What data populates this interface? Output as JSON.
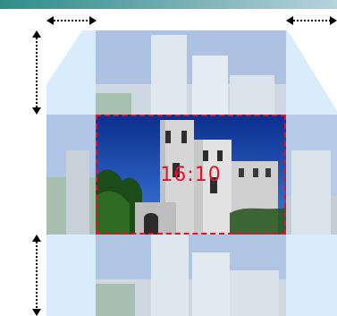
{
  "diagram": {
    "aspect_ratio_label": "16:10",
    "colors": {
      "top_bar_start": "#2e8e86",
      "top_bar_end": "#b7d3dc",
      "frame_dashed": "#e0132b",
      "hex_fill": "#d9ecfb"
    },
    "icons": {
      "horizontal_arrow": "double-headed-dotted-arrow-horizontal",
      "vertical_arrow": "double-headed-dotted-arrow-vertical"
    }
  }
}
